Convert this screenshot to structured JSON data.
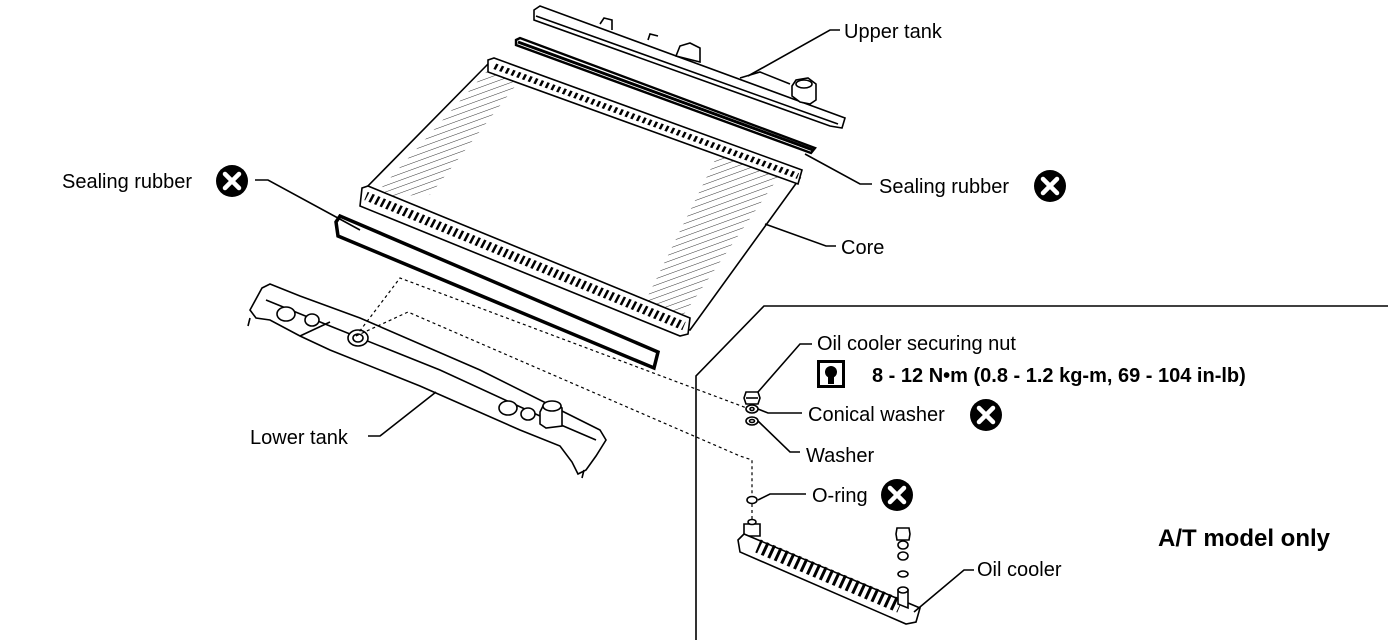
{
  "labels": {
    "upper_tank": "Upper tank",
    "sealing_rubber_left": "Sealing rubber",
    "sealing_rubber_right": "Sealing rubber",
    "core": "Core",
    "lower_tank": "Lower tank",
    "oil_cooler_nut": "Oil cooler securing nut",
    "torque_spec": "8 - 12 N•m (0.8 - 1.2 kg-m, 69 - 104 in-lb)",
    "conical_washer": "Conical washer",
    "washer": "Washer",
    "o_ring": "O-ring",
    "oil_cooler": "Oil cooler",
    "model_note": "A/T model only"
  },
  "icons": {
    "replace": "x-circle-icon",
    "torque": "torque-wrench-icon"
  }
}
